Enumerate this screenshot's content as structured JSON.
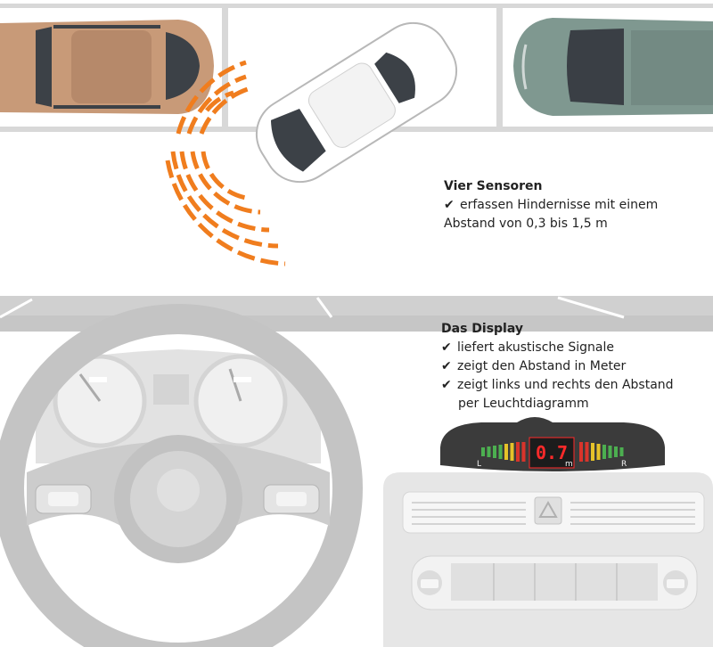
{
  "sensors": {
    "title": "Vier Sensoren",
    "check_glyph": "✔",
    "lines": [
      "erfassen Hindernisse mit einem",
      "Abstand von 0,3 bis 1,5 m"
    ]
  },
  "display_section": {
    "title": "Das Display",
    "check_glyph": "✔",
    "bullets": [
      "liefert akustische Signale",
      "zeigt den Abstand in Meter",
      "zeigt links und rechts den Abstand"
    ],
    "continuation": "per Leuchtdiagramm"
  },
  "unit_display": {
    "readout": "0.7",
    "left_label": "L",
    "right_label": "R",
    "unit_label": "m"
  },
  "colors": {
    "sensor_waves": "#f07d1e",
    "car_brown": "#c89a78",
    "car_green": "#7f9890",
    "led_green": "#4caf50",
    "led_yellow": "#e6c229",
    "led_red": "#d9342b",
    "readout_red": "#ff2a2a"
  }
}
